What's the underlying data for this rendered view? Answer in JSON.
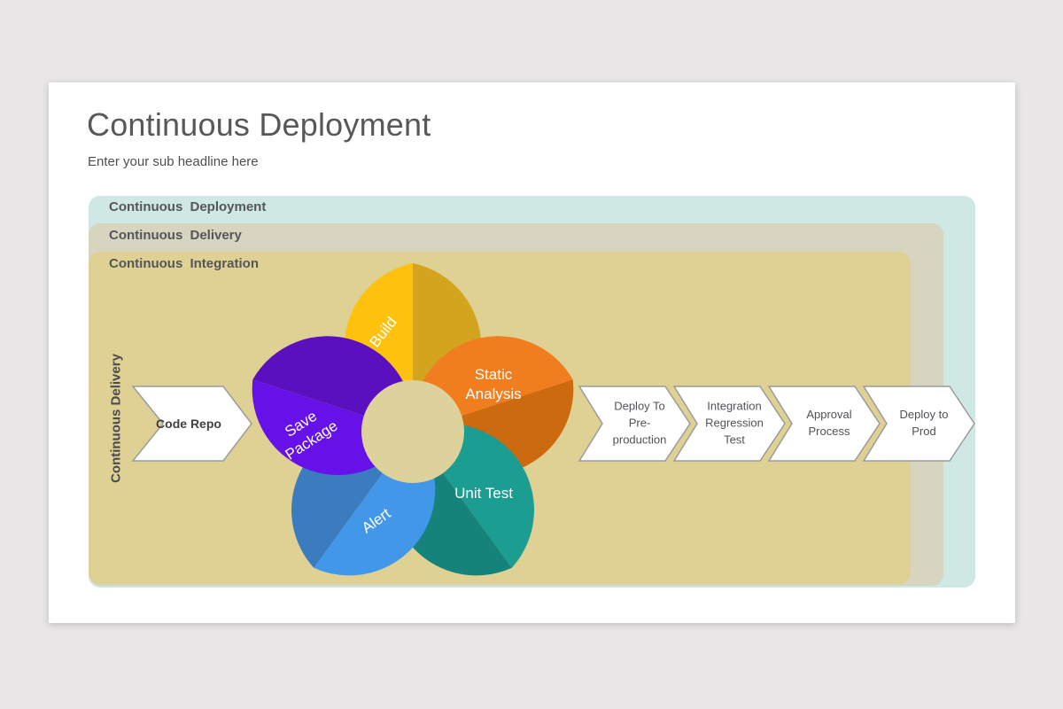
{
  "slide": {
    "title": "Continuous Deployment",
    "subtitle": "Enter your sub headline here"
  },
  "rings": [
    {
      "label": "Continuous Deployment",
      "color": "#cfe8e4"
    },
    {
      "label": "Continuous Delivery",
      "color": "#d7d4bf"
    },
    {
      "label": "Continuous Integration",
      "color": "#dfd194"
    }
  ],
  "side_label": "Continuous Delivery",
  "flower": {
    "center_color": "#ddd19c",
    "petals": [
      {
        "name": "build",
        "lines": [
          "Build"
        ],
        "light": "#fec10d",
        "dark": "#d3a41e"
      },
      {
        "name": "static-analysis",
        "lines": [
          "Static",
          "Analysis"
        ],
        "light": "#f07d1e",
        "dark": "#cc6a10"
      },
      {
        "name": "unit-test",
        "lines": [
          "Unit Test"
        ],
        "light": "#1b9e91",
        "dark": "#15837a"
      },
      {
        "name": "alert",
        "lines": [
          "Alert"
        ],
        "light": "#4397e9",
        "dark": "#3b7cc0"
      },
      {
        "name": "save-package",
        "lines": [
          "Save",
          "Package"
        ],
        "light": "#6611e8",
        "dark": "#5a10bf"
      }
    ]
  },
  "arrows": {
    "fill": "#ffffff",
    "border": "#9b9b9b",
    "input": {
      "lines": [
        "Code Repo"
      ]
    },
    "output": [
      {
        "lines": [
          "Deploy To",
          "Pre-",
          "production"
        ]
      },
      {
        "lines": [
          "Integration",
          "Regression",
          "Test"
        ]
      },
      {
        "lines": [
          "Approval",
          "Process"
        ]
      },
      {
        "lines": [
          "Deploy to",
          "Prod"
        ]
      }
    ]
  }
}
